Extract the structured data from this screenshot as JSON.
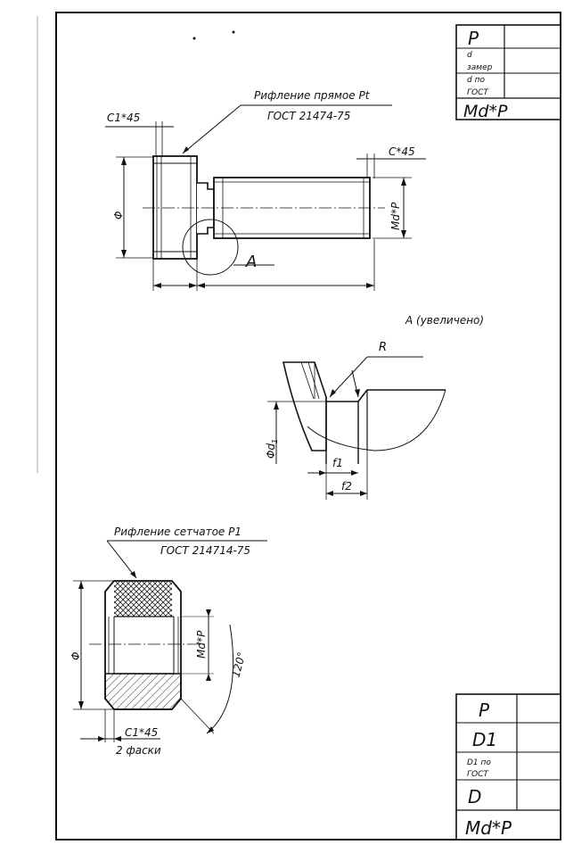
{
  "top_table": {
    "row1_label": "P",
    "row2_label_a": "d",
    "row2_label_b": "замер",
    "row3_label_a": "d по",
    "row3_label_b": "ГОСТ",
    "row4_label": "Md*P"
  },
  "bottom_table": {
    "row1_label": "P",
    "row2_label": "D1",
    "row3_label_a": "D1 по",
    "row3_label_b": "ГОСТ",
    "row4_label": "D",
    "row5_label": "Md*P"
  },
  "bolt_view": {
    "knurl_note_line1": "Рифление прямое Pt",
    "knurl_note_line2": "ГОСТ 21474-75",
    "chamfer_left": "C1*45",
    "chamfer_right": "C*45",
    "diameter_symbol": "Φ",
    "thread_label": "Md*P",
    "detail_ref": "A"
  },
  "detail_view": {
    "title": "A (увеличено)",
    "radius_label": "R",
    "d1_label": "Φd",
    "d1_sub": "1",
    "f1_label": "f1",
    "f2_label": "f2"
  },
  "nut_view": {
    "knurl_note_line1": "Рифление сетчатое P1",
    "knurl_note_line2": "ГОСТ 214714-75",
    "diameter_symbol": "Φ",
    "thread_label": "Md*P",
    "angle_label": "120°",
    "chamfer_label": "C1*45",
    "chamfer_note": "2 фаски"
  }
}
